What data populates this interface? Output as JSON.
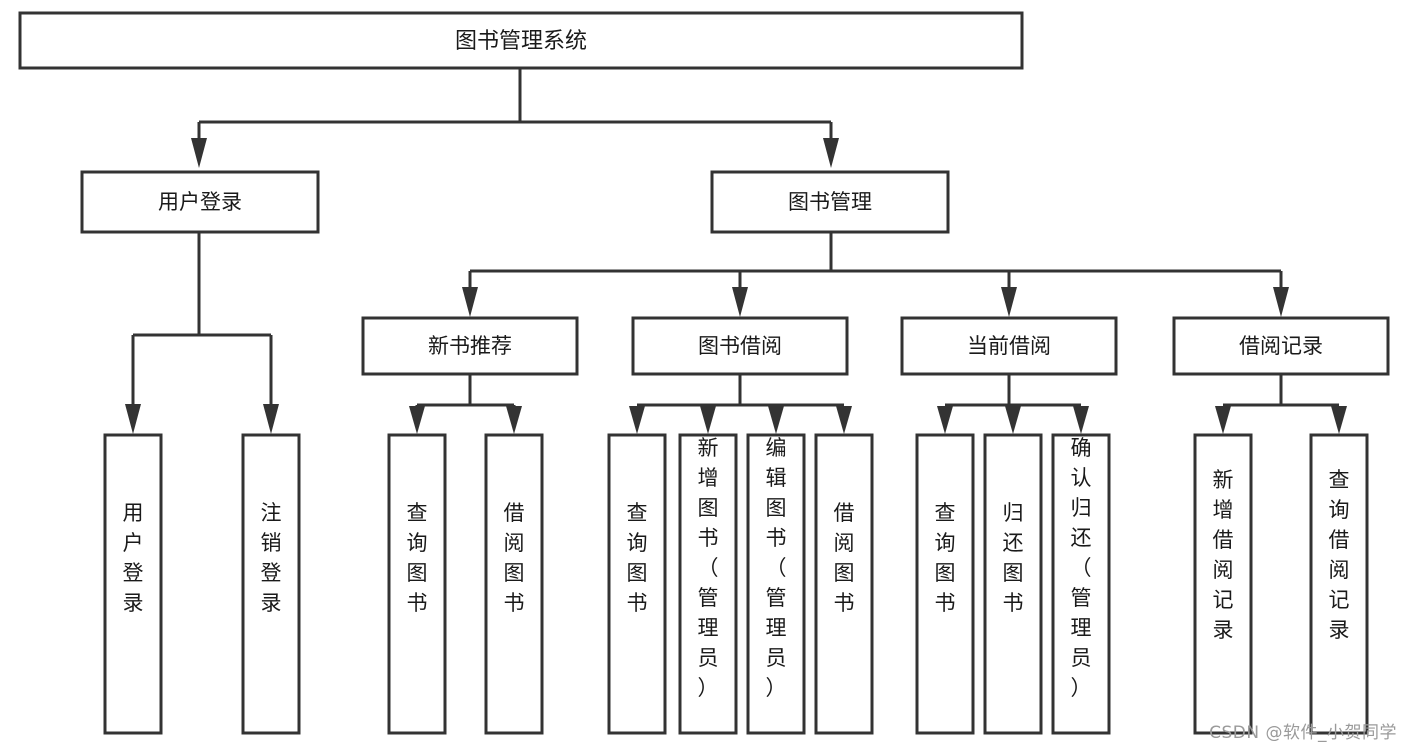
{
  "diagram": {
    "title": "图书管理系统",
    "type": "hierarchy-tree",
    "watermark": "CSDN @软件_小贺同学",
    "colors": {
      "stroke": "#333333",
      "fill": "#ffffff",
      "text": "#1a1a1a",
      "watermark": "#9a9a9a"
    },
    "root": {
      "label": "图书管理系统",
      "id": "root"
    },
    "level1": [
      {
        "id": "user-login",
        "label": "用户登录"
      },
      {
        "id": "book-management",
        "label": "图书管理"
      }
    ],
    "level2": [
      {
        "id": "new-book-recommend",
        "label": "新书推荐",
        "parent": "book-management"
      },
      {
        "id": "book-borrow",
        "label": "图书借阅",
        "parent": "book-management"
      },
      {
        "id": "current-borrow",
        "label": "当前借阅",
        "parent": "book-management"
      },
      {
        "id": "borrow-record",
        "label": "借阅记录",
        "parent": "book-management"
      }
    ],
    "leaves": {
      "user-login": [
        {
          "id": "leaf-user-login",
          "label": "用户登录"
        },
        {
          "id": "leaf-logout-login",
          "label": "注销登录"
        }
      ],
      "new-book-recommend": [
        {
          "id": "leaf-query-book-1",
          "label": "查询图书"
        },
        {
          "id": "leaf-borrow-book-1",
          "label": "借阅图书"
        }
      ],
      "book-borrow": [
        {
          "id": "leaf-query-book-2",
          "label": "查询图书"
        },
        {
          "id": "leaf-add-book-admin",
          "label": "新增图书（管理员）"
        },
        {
          "id": "leaf-edit-book-admin",
          "label": "编辑图书（管理员）"
        },
        {
          "id": "leaf-borrow-book-2",
          "label": "借阅图书"
        }
      ],
      "current-borrow": [
        {
          "id": "leaf-query-book-3",
          "label": "查询图书"
        },
        {
          "id": "leaf-return-book",
          "label": "归还图书"
        },
        {
          "id": "leaf-confirm-return-admin",
          "label": "确认归还（管理员）"
        }
      ],
      "borrow-record": [
        {
          "id": "leaf-add-borrow-record",
          "label": "新增借阅记录"
        },
        {
          "id": "leaf-query-borrow-record",
          "label": "查询借阅记录"
        }
      ]
    }
  }
}
